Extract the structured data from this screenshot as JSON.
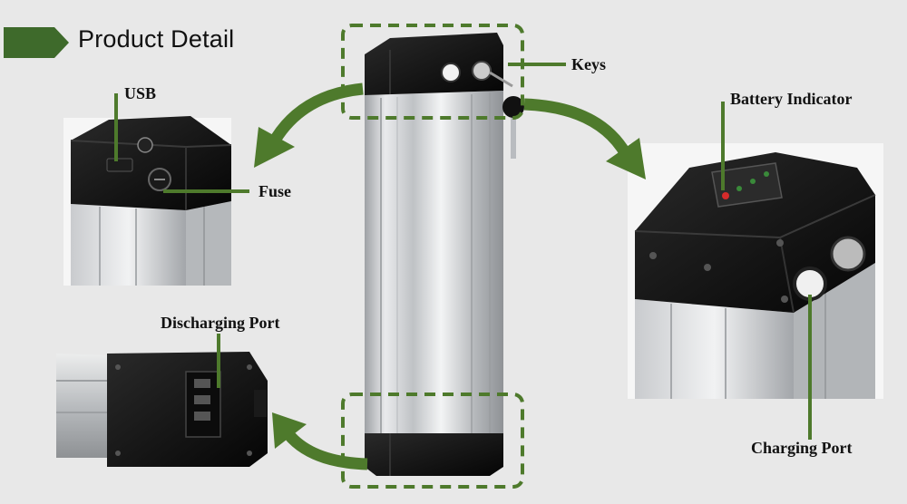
{
  "header": {
    "title": "Product Detail"
  },
  "labels": {
    "usb": "USB",
    "fuse": "Fuse",
    "keys": "Keys",
    "battery_indicator": "Battery Indicator",
    "discharging_port": "Discharging Port",
    "charging_port": "Charging Port"
  },
  "colors": {
    "accent_green": "#4e7a2c",
    "dark_green": "#3e6a2b",
    "background": "#e8e8e8",
    "battery_black": "#111111",
    "aluminum": "#c9cbce"
  }
}
